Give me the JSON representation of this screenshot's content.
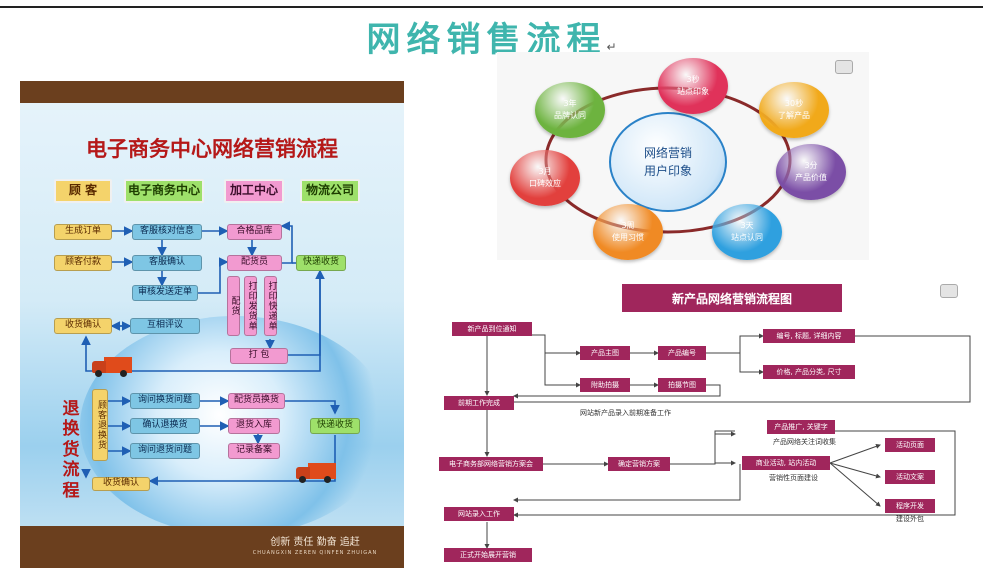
{
  "title": {
    "text": "网络销售流程",
    "mark": "↵"
  },
  "poster": {
    "title": "电子商务中心网络营销流程",
    "headers": [
      "顾 客",
      "电子商务中心",
      "加工中心",
      "物流公司"
    ],
    "boxes": {
      "create_order": "生成订单",
      "verify_info": "客服核对信息",
      "qualified_stock": "合格品库",
      "customer_pay": "顾客付款",
      "service_confirm": "客服确认",
      "allocate": "配货员",
      "express_receive": "快递收货",
      "review_send": "审核发送定单",
      "allocate_v": "配货",
      "print_invoice": "打印发货单",
      "print_express": "打印快递单",
      "receive_confirm": "收货确认",
      "mutual_review": "互相评议",
      "pack": "打 包",
      "customer_return": "顾客退换货",
      "ask_exchange": "询问换货问题",
      "confirm_exchange": "确认退换货",
      "ask_return": "询问退货问题",
      "allocate_exchange": "配货员换货",
      "return_stock": "退货入库",
      "record": "记录备案",
      "express_receive2": "快递收货",
      "receive_confirm2": "收货确认"
    },
    "return_flow_label": "退换货流程",
    "slogan": "创新 责任 勤奋 追赶",
    "slogan_en": "CHUANGXIN ZEREN QINFEN ZHUIGAN"
  },
  "circle": {
    "center": [
      "网络营销",
      "用户印象"
    ],
    "nodes": [
      {
        "line1": "3秒",
        "line2": "站点印象",
        "color": "#e0325a"
      },
      {
        "line1": "30秒",
        "line2": "了解产品",
        "color": "#f1a91a"
      },
      {
        "line1": "3分",
        "line2": "产品价值",
        "color": "#7b4ea6"
      },
      {
        "line1": "3天",
        "line2": "站点认同",
        "color": "#2fa0df"
      },
      {
        "line1": "3周",
        "line2": "使用习惯",
        "color": "#f08a24"
      },
      {
        "line1": "3月",
        "line2": "口碑效应",
        "color": "#e2403d"
      },
      {
        "line1": "3年",
        "line2": "品牌认同",
        "color": "#6db33f"
      }
    ]
  },
  "flow": {
    "title": "新产品网络营销流程图",
    "boxes": {
      "notify": "新产品到位通知",
      "product_main": "产品主图",
      "product_code": "产品编号",
      "code_detail": "编号, 标题, 详细内容",
      "price_detail": "价格, 产品分类, 尺寸",
      "aux_shoot": "附助拍摄",
      "shoot_detail": "拍摄节图",
      "prep_done": "前期工作完成",
      "promo": "产品推广, 关键字",
      "ecommerce_plan": "电子商务部网络营销方案会",
      "confirm_plan": "确定营销方案",
      "business_activity": "商业活动, 站内活动",
      "activity_page": "活动页面",
      "activity_copy": "活动文案",
      "program_dev": "程序开发",
      "site_entry": "网站录入工作",
      "launch": "正式开始展开营销"
    },
    "labels": {
      "prep_work": "网站新产品录入前期准备工作",
      "keyword_collect": "产品网络关注词收集",
      "marketing_page": "营销性页面建设",
      "outsourcing": "建设外包"
    }
  }
}
